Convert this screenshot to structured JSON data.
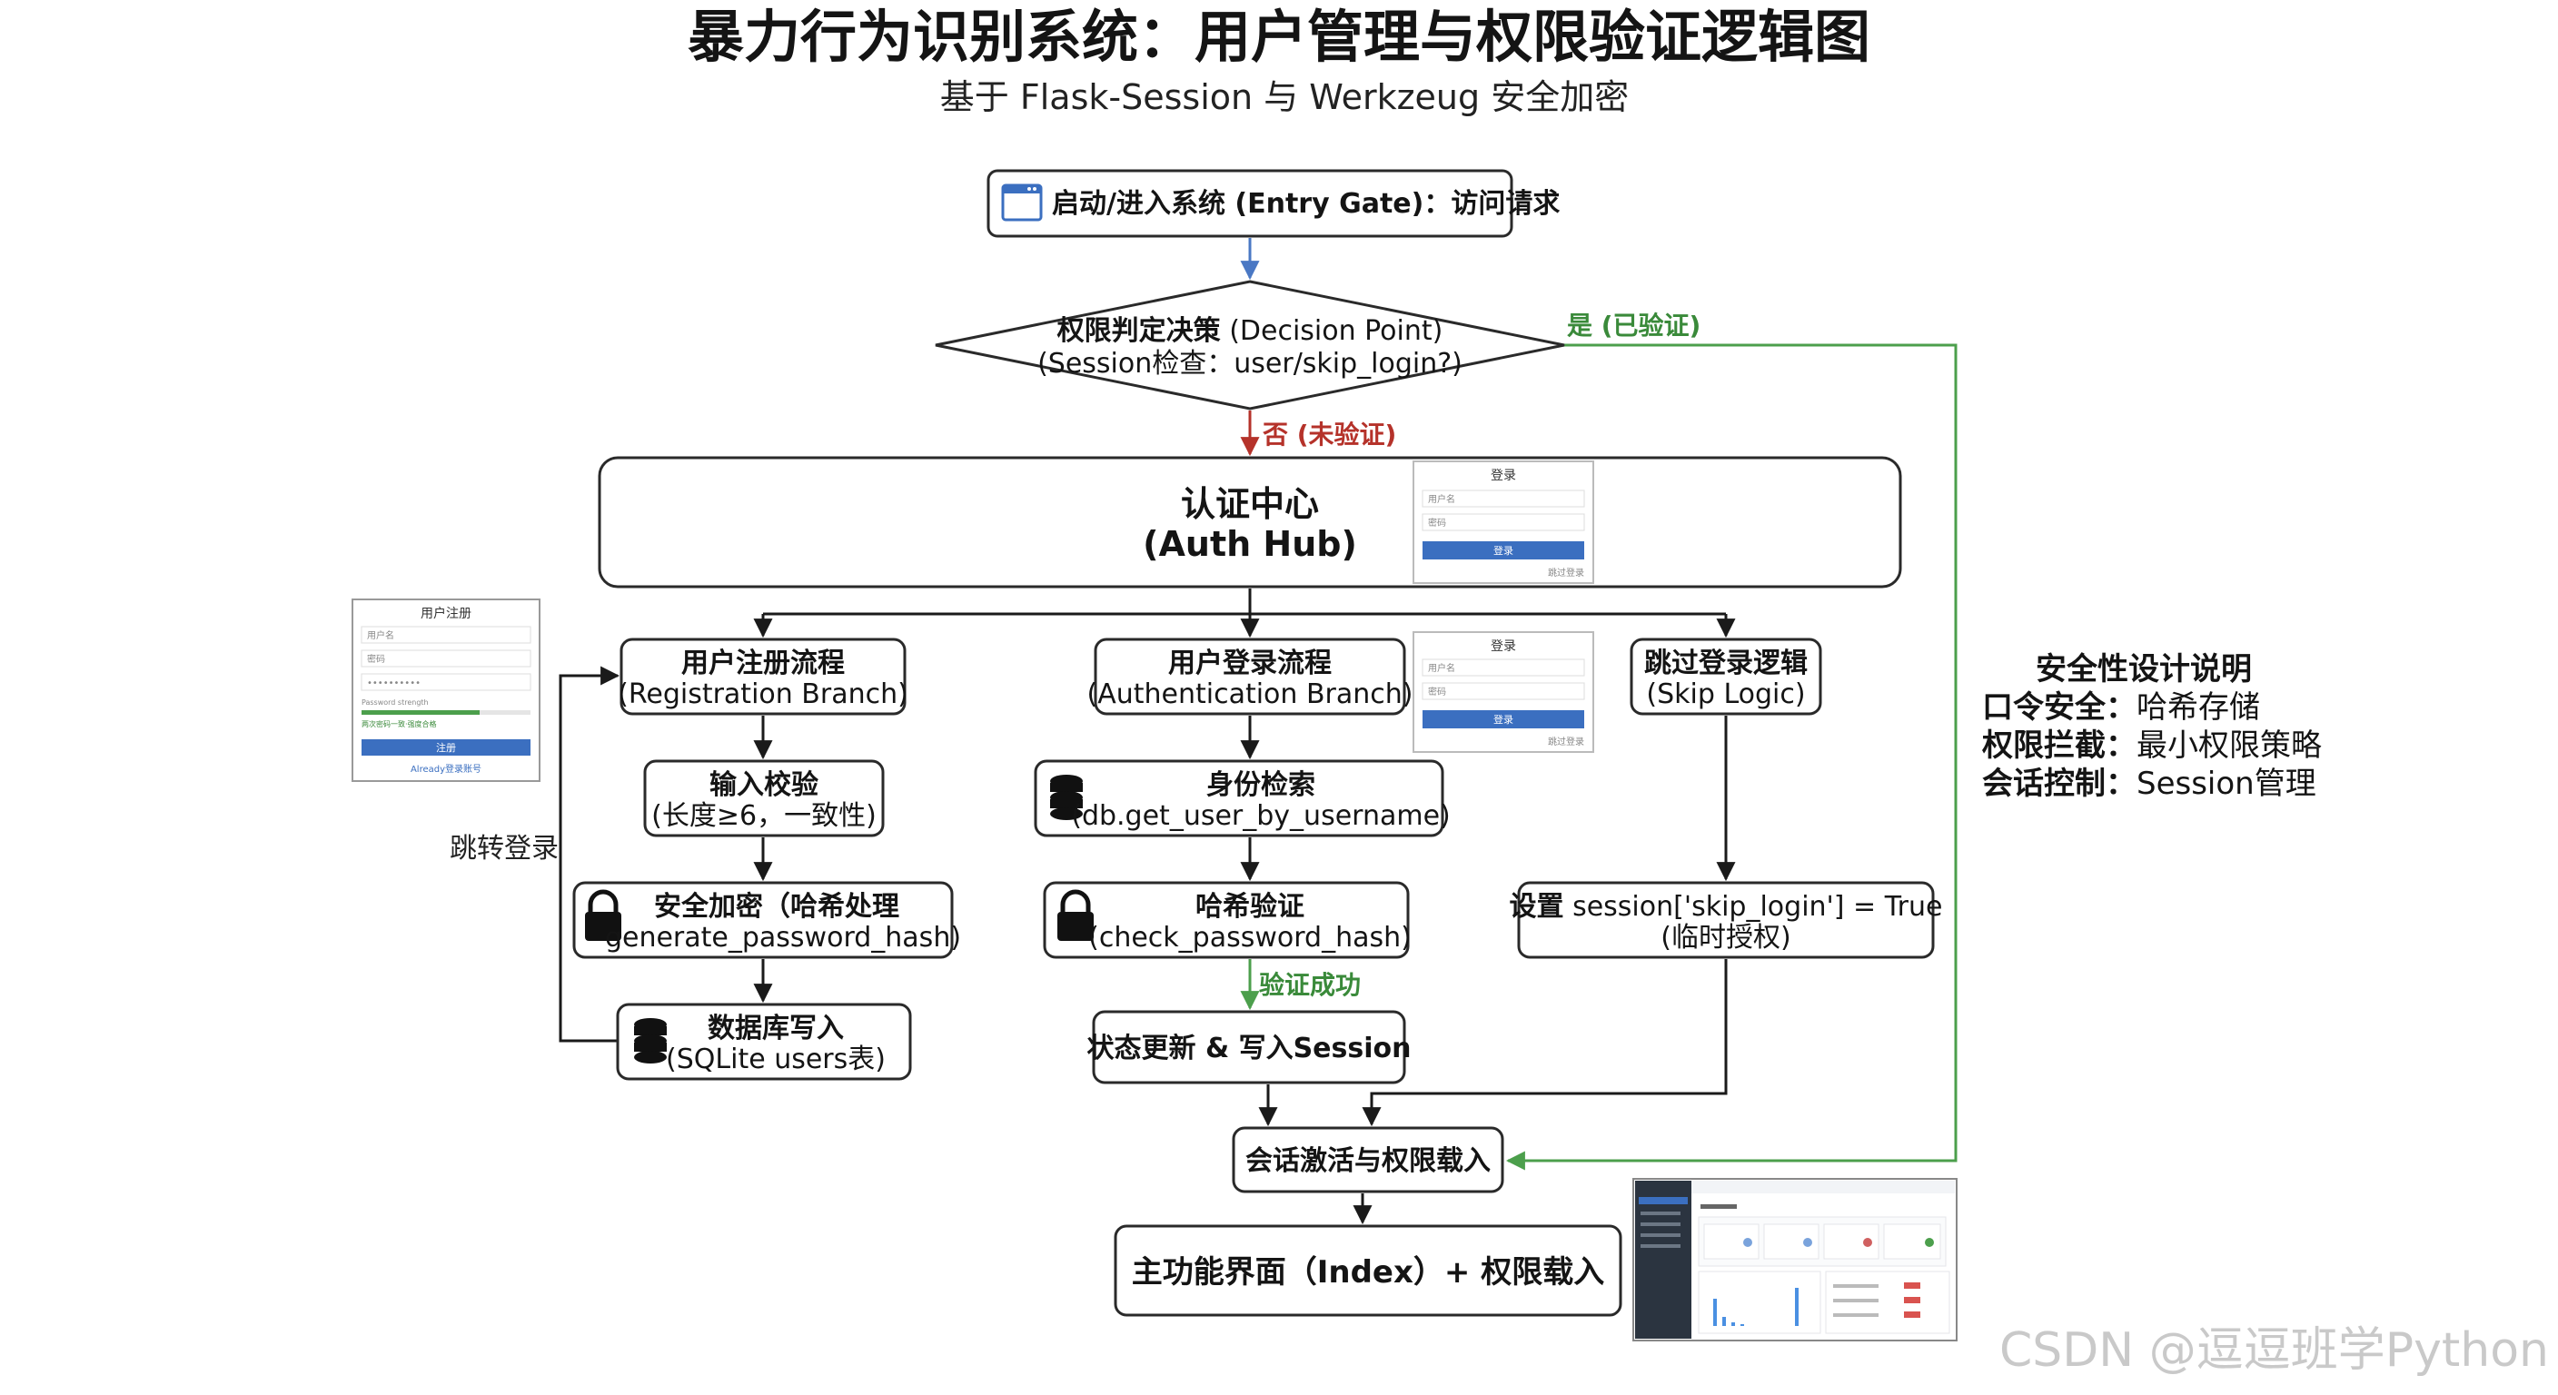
{
  "title": "暴力行为识别系统：用户管理与权限验证逻辑图",
  "subtitle": "基于 Flask-Session 与 Werkzeug 安全加密",
  "nodes": {
    "entry": "启动/进入系统 (Entry Gate)：访问请求",
    "decision_line1_bold": "权限判定决策",
    "decision_line1_rest": " (Decision Point)",
    "decision_line2": "(Session检查：user/skip_login?)",
    "auth_hub_line1": "认证中心",
    "auth_hub_line2": "(Auth Hub)",
    "register_line1": "用户注册流程",
    "register_line2": "(Registration Branch)",
    "input_check_line1": "输入校验",
    "input_check_line2": "(长度≥6，一致性)",
    "encrypt_line1": "安全加密（哈希处理",
    "encrypt_line2": "generate_password_hash)",
    "db_write_line1": "数据库写入",
    "db_write_line2": "(SQLite users表)",
    "login_line1": "用户登录流程",
    "login_line2": "(Authentication Branch)",
    "identity_line1": "身份检索",
    "identity_line2": "(db.get_user_by_username)",
    "hash_verify_line1": "哈希验证",
    "hash_verify_line2": "(check_password_hash)",
    "state_update": "状态更新 & 写入Session",
    "skip_line1": "跳过登录逻辑",
    "skip_line2": "(Skip Logic)",
    "skip_set_line1_bold": "设置",
    "skip_set_line1_rest": " session['skip_login'] = True",
    "skip_set_line2": "(临时授权)",
    "session_activate": "会话激活与权限载入",
    "main_ui": "主功能界面（Index）+ 权限载入"
  },
  "edge_labels": {
    "yes_verified": "是 (已验证)",
    "no_unverified": "否 (未验证)",
    "verify_success": "验证成功",
    "jump_login": "跳转登录"
  },
  "security_note": {
    "heading": "安全性设计说明",
    "items": [
      {
        "key": "口令安全：",
        "value": "哈希存储"
      },
      {
        "key": "权限拦截：",
        "value": "最小权限策略"
      },
      {
        "key": "会话控制：",
        "value": "Session管理"
      }
    ]
  },
  "mock_login": {
    "title": "登录",
    "field1": "用户名",
    "field2": "密码",
    "button": "登录",
    "link": "跳过登录"
  },
  "mock_register": {
    "title": "用户注册",
    "field1": "用户名",
    "field2": "密码",
    "field3": "••••••••••",
    "strength": "Password strength",
    "hint": "两次密码一致·强度合格",
    "button": "注册",
    "link": "Already登录账号"
  },
  "watermark": "CSDN @逗逗班学Python",
  "colors": {
    "yes_edge": "#4c9f4c",
    "no_edge": "#b5322a",
    "entry_edge": "#4a78c4",
    "mock_button": "#3b6fc0"
  },
  "icons": {
    "entry": "browser-window-icon",
    "database": "database-icon",
    "lock": "lock-icon"
  }
}
